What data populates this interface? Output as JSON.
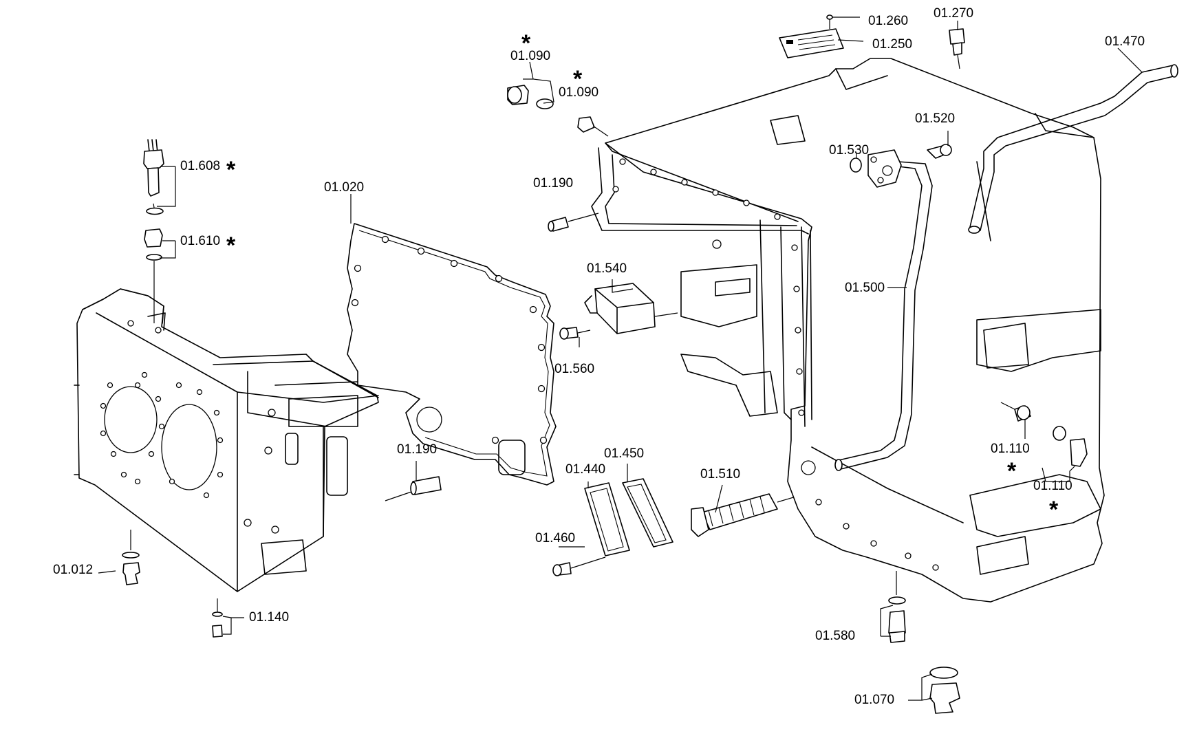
{
  "callouts": [
    {
      "id": "c01260",
      "label": "01.260"
    },
    {
      "id": "c01270",
      "label": "01.270"
    },
    {
      "id": "c01250",
      "label": "01.250"
    },
    {
      "id": "c01470",
      "label": "01.470"
    },
    {
      "id": "c01090a",
      "label": "01.090"
    },
    {
      "id": "c01090b",
      "label": "01.090"
    },
    {
      "id": "c01520",
      "label": "01.520"
    },
    {
      "id": "c01530",
      "label": "01.530"
    },
    {
      "id": "c01608",
      "label": "01.608"
    },
    {
      "id": "c01020",
      "label": "01.020"
    },
    {
      "id": "c01190a",
      "label": "01.190"
    },
    {
      "id": "c01610",
      "label": "01.610"
    },
    {
      "id": "c01540",
      "label": "01.540"
    },
    {
      "id": "c01500",
      "label": "01.500"
    },
    {
      "id": "c01560",
      "label": "01.560"
    },
    {
      "id": "c01110a",
      "label": "01.110"
    },
    {
      "id": "c01190b",
      "label": "01.190"
    },
    {
      "id": "c01450",
      "label": "01.450"
    },
    {
      "id": "c01440",
      "label": "01.440"
    },
    {
      "id": "c01510",
      "label": "01.510"
    },
    {
      "id": "c01110b",
      "label": "01.110"
    },
    {
      "id": "c01460",
      "label": "01.460"
    },
    {
      "id": "c01012",
      "label": "01.012"
    },
    {
      "id": "c01140",
      "label": "01.140"
    },
    {
      "id": "c01580",
      "label": "01.580"
    },
    {
      "id": "c01070",
      "label": "01.070"
    }
  ],
  "marker": "*"
}
